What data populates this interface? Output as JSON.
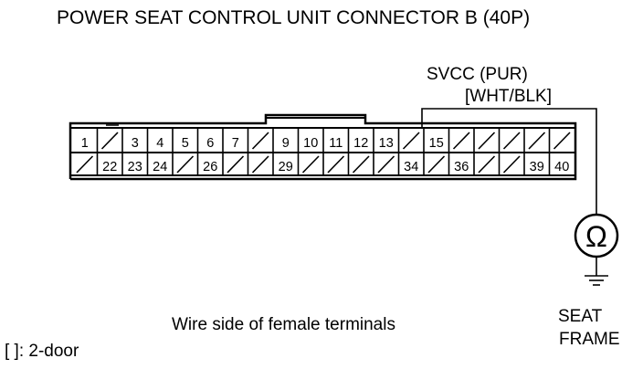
{
  "title": "POWER SEAT CONTROL UNIT CONNECTOR B (40P)",
  "probe_wire": {
    "signal": "SVCC (PUR)",
    "alt_color": "[WHT/BLK]"
  },
  "ground_label": {
    "line1": "SEAT",
    "line2": "FRAME"
  },
  "meter_symbol": "Ω",
  "caption": "Wire side of female terminals",
  "legend_note": "[ ]: 2-door",
  "connector": {
    "pin_count": 40,
    "row_top": [
      "1",
      "/",
      "3",
      "4",
      "5",
      "6",
      "7",
      "/",
      "9",
      "10",
      "11",
      "12",
      "13",
      "/",
      "15",
      "/",
      "/",
      "/",
      "/",
      "/"
    ],
    "row_bottom": [
      "/",
      "22",
      "23",
      "24",
      "/",
      "26",
      "/",
      "/",
      "29",
      "/",
      "/",
      "/",
      "/",
      "34",
      "/",
      "36",
      "/",
      "/",
      "39",
      "40"
    ],
    "probed_pin": "15"
  }
}
